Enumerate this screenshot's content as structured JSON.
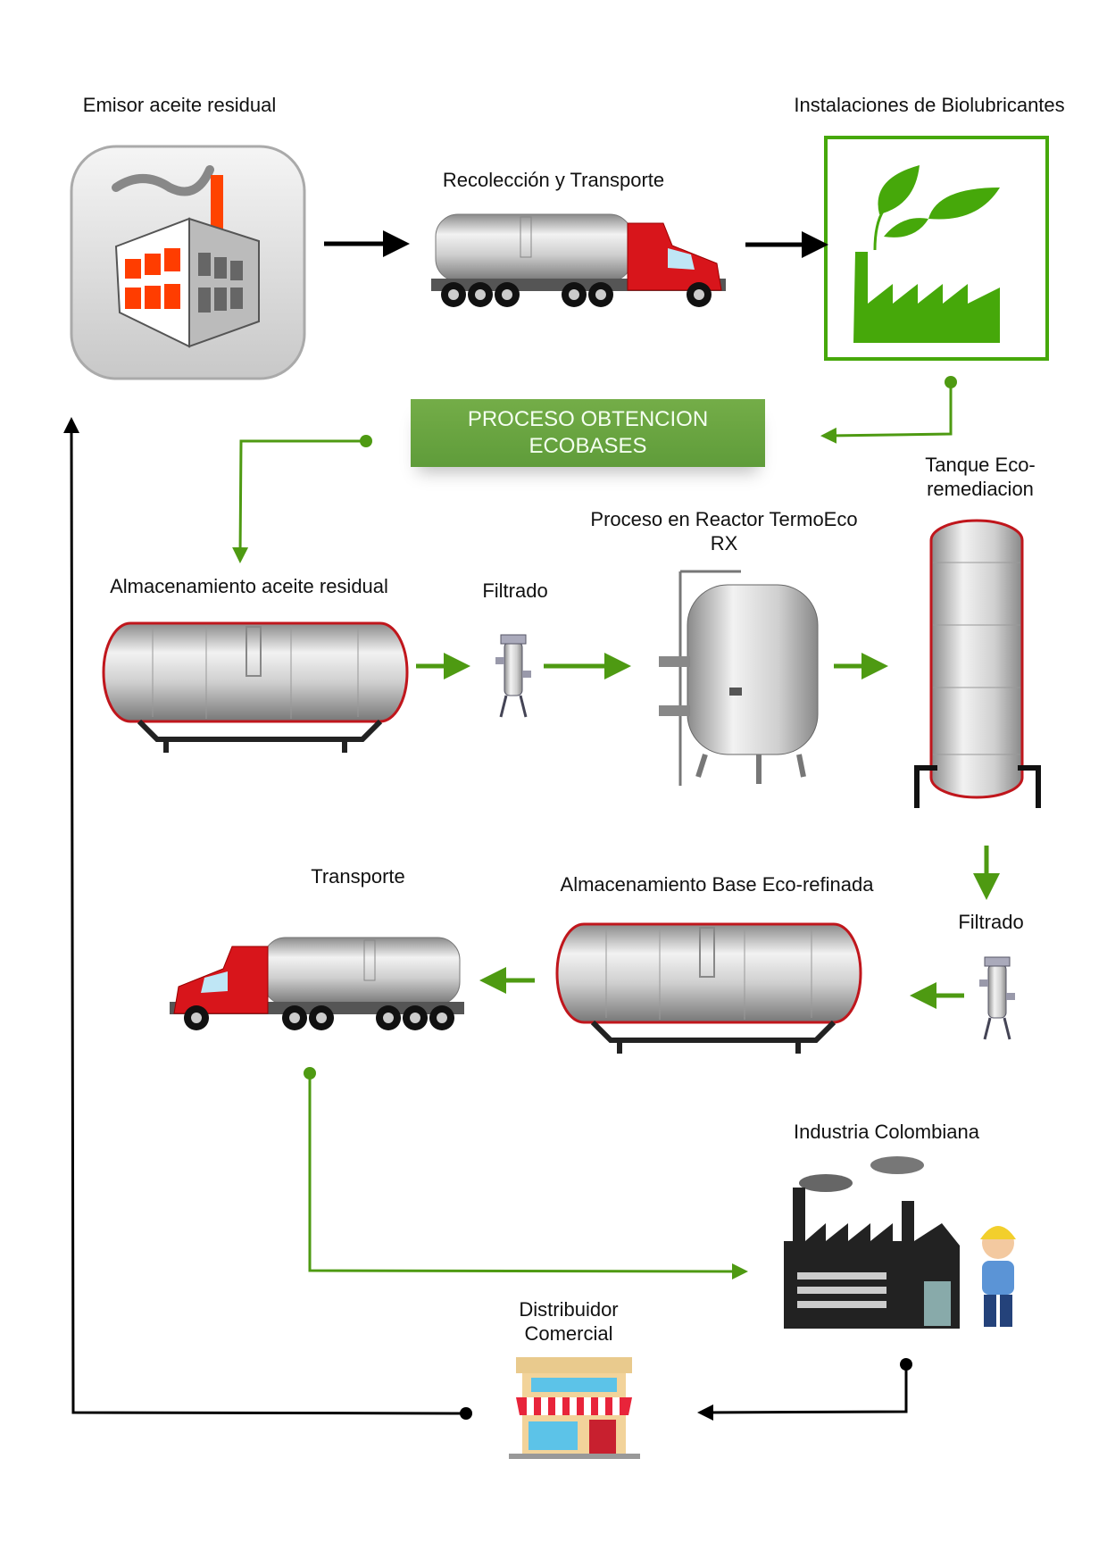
{
  "labels": {
    "emisor": "Emisor aceite residual",
    "instalaciones": "Instalaciones de Biolubricantes",
    "recoleccion": "Recolección y Transporte",
    "proceso_line1": "PROCESO OBTENCION",
    "proceso_line2": "ECOBASES",
    "tanque_line1": "Tanque Eco-",
    "tanque_line2": "remediacion",
    "reactor_line1": "Proceso en Reactor TermoEco",
    "reactor_line2": "RX",
    "almacenamiento_residual": "Almacenamiento aceite residual",
    "filtrado_1": "Filtrado",
    "filtrado_2": "Filtrado",
    "almacenamiento_base": "Almacenamiento Base Eco-refinada",
    "transporte": "Transporte",
    "industria": "Industria Colombiana",
    "distribuidor_line1": "Distribuidor",
    "distribuidor_line2": "Comercial"
  },
  "colors": {
    "green_arrow": "#4e9a12",
    "black_arrow": "#000000",
    "process_box": "#6aa642",
    "eco_green": "#46a80a",
    "truck_red": "#d8151b"
  },
  "icons": [
    "factory-icon",
    "tanker-truck-icon",
    "eco-factory-icon",
    "storage-tank-icon",
    "filter-icon",
    "reactor-icon",
    "vertical-tank-icon",
    "industrial-factory-icon",
    "worker-icon",
    "store-icon"
  ]
}
